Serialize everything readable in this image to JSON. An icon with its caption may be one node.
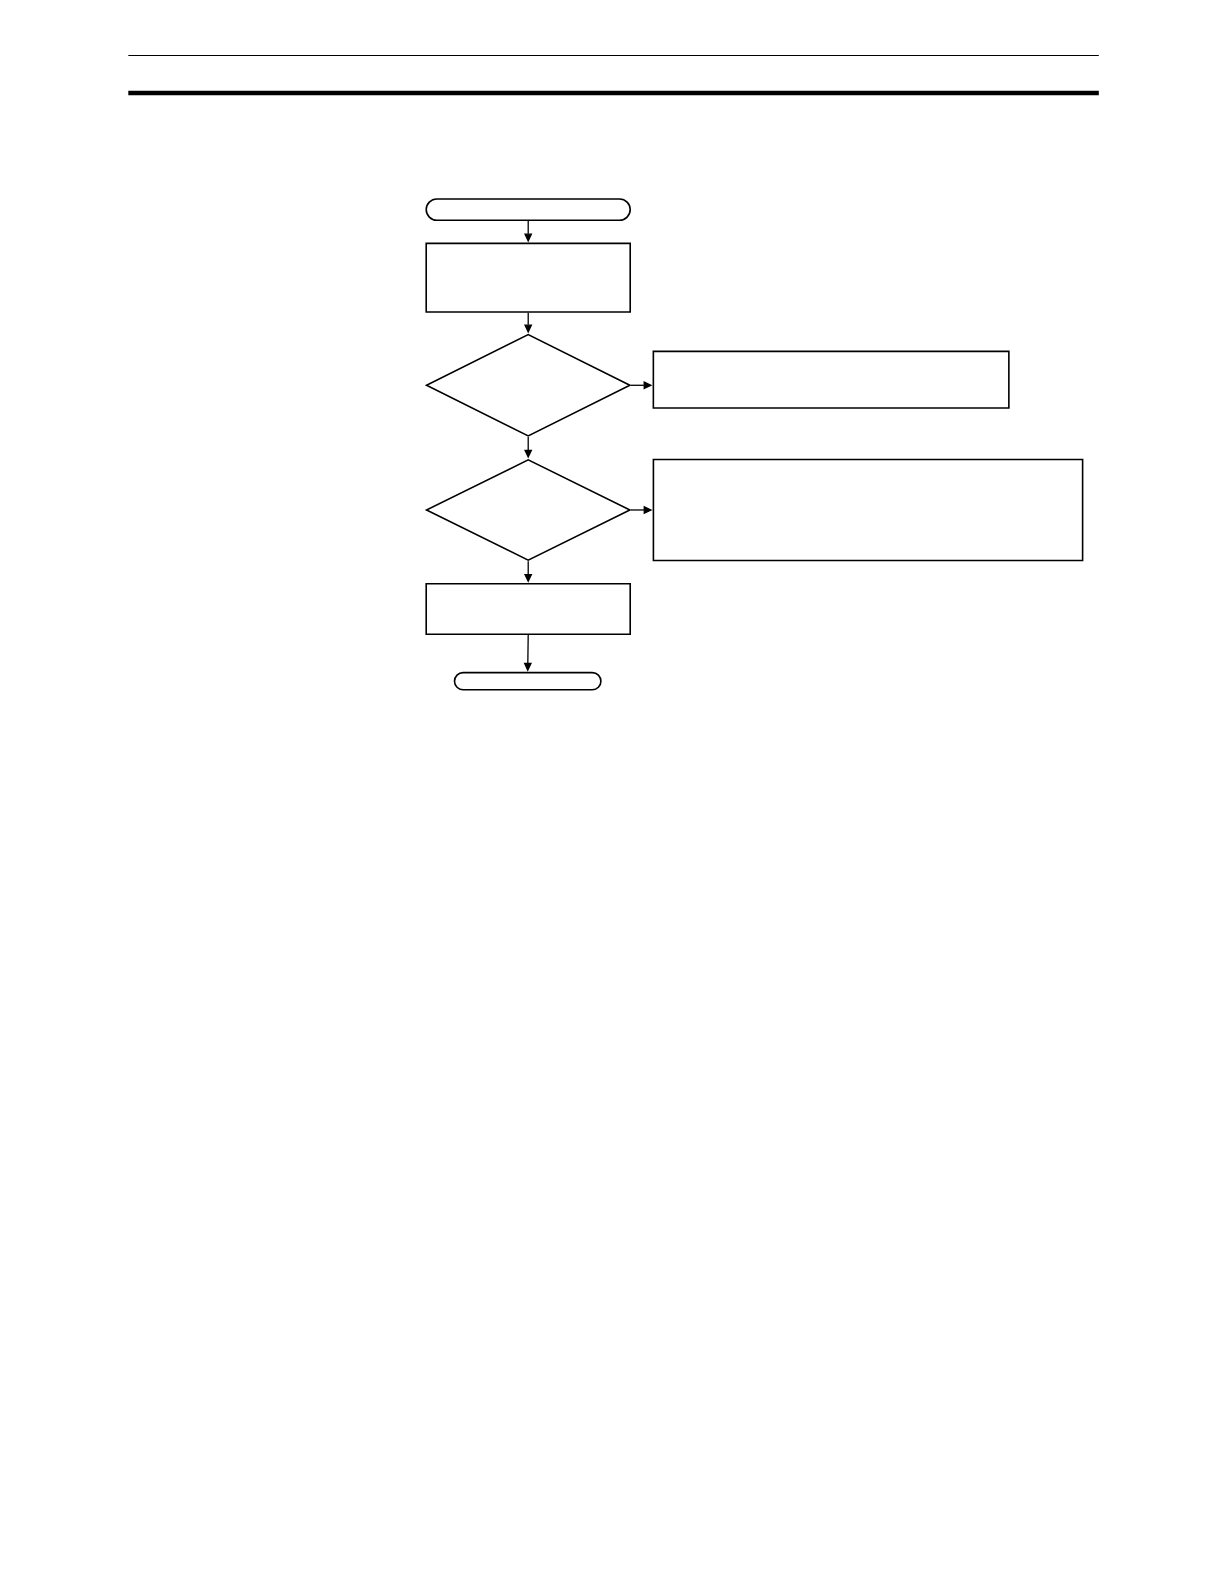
{
  "diagram": {
    "nodes": [
      {
        "text": [],
        "shape": "box"
      },
      {
        "text": [],
        "shape": "box"
      },
      {
        "text": [],
        "shape": "diamond"
      },
      {
        "text": [],
        "shape": "box"
      },
      {
        "text": [],
        "shape": "diamond"
      },
      {
        "text": [],
        "shape": "box"
      },
      {
        "text": [],
        "shape": "box"
      },
      {
        "text": [],
        "shape": "box"
      }
    ],
    "edges": [
      {
        "from": 0,
        "to": 1,
        "arrow": "to"
      },
      {
        "from": 1,
        "to": 2,
        "arrow": "to"
      },
      {
        "from": 2,
        "to": 3,
        "arrow": "to"
      },
      {
        "from": 2,
        "to": 4,
        "arrow": "to"
      },
      {
        "from": 4,
        "to": 5,
        "arrow": "to"
      },
      {
        "from": 4,
        "to": 6,
        "arrow": "to"
      },
      {
        "from": 6,
        "to": 7,
        "arrow": "to"
      }
    ]
  }
}
